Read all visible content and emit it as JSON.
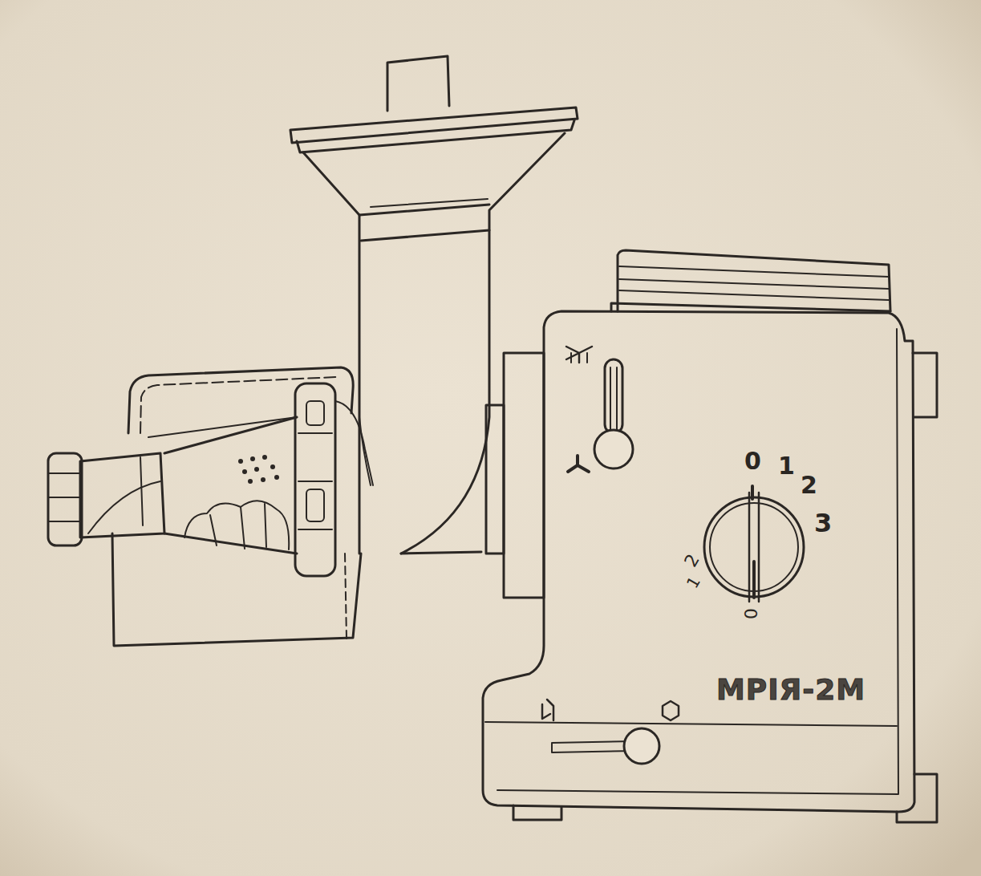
{
  "diagram": {
    "labels": [
      "0",
      "1",
      "2",
      "3",
      "2",
      "1",
      "0",
      "МРІЯ-2М"
    ]
  }
}
